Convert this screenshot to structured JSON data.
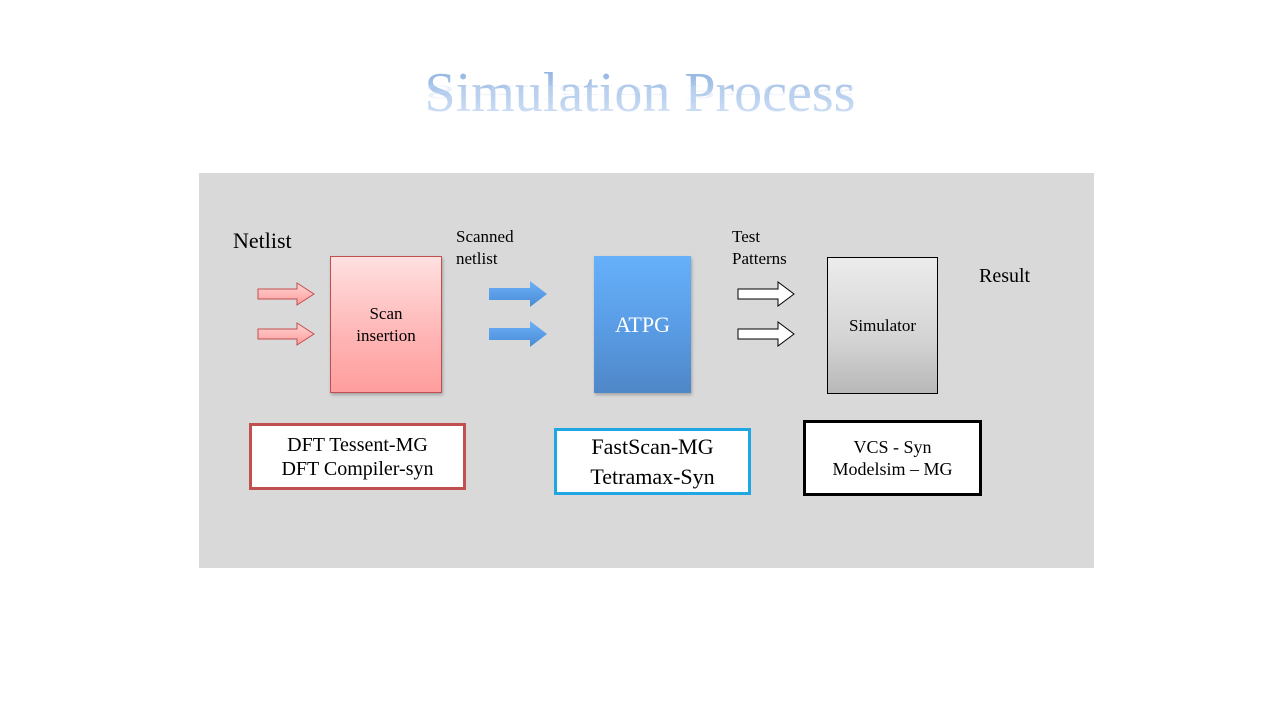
{
  "slide": {
    "title": "Simulation Process"
  },
  "diagram": {
    "inputs": {
      "netlist_label": "Netlist",
      "scanned_netlist_label": [
        "Scanned",
        "netlist"
      ],
      "test_patterns_label": [
        "Test",
        "Patterns"
      ],
      "result_label": "Result"
    },
    "blocks": [
      {
        "id": "scan",
        "label": [
          "Scan",
          "insertion"
        ]
      },
      {
        "id": "atpg",
        "label": [
          "ATPG"
        ]
      },
      {
        "id": "simulator",
        "label": [
          "Simulator"
        ]
      }
    ],
    "tools": [
      {
        "id": "dft",
        "lines": [
          "DFT Tessent-MG",
          "DFT Compiler-syn"
        ],
        "border_color": "#c0504d"
      },
      {
        "id": "atpg",
        "lines": [
          "FastScan-MG",
          "Tetramax-Syn"
        ],
        "border_color": "#1ea7e1"
      },
      {
        "id": "sim",
        "lines": [
          "VCS - Syn",
          "Modelsim – MG"
        ],
        "border_color": "#000000"
      }
    ],
    "arrow_colors": {
      "netlist": "#ffb0b0",
      "scanned": "#5aa0e8",
      "patterns": "#ffffff"
    }
  }
}
